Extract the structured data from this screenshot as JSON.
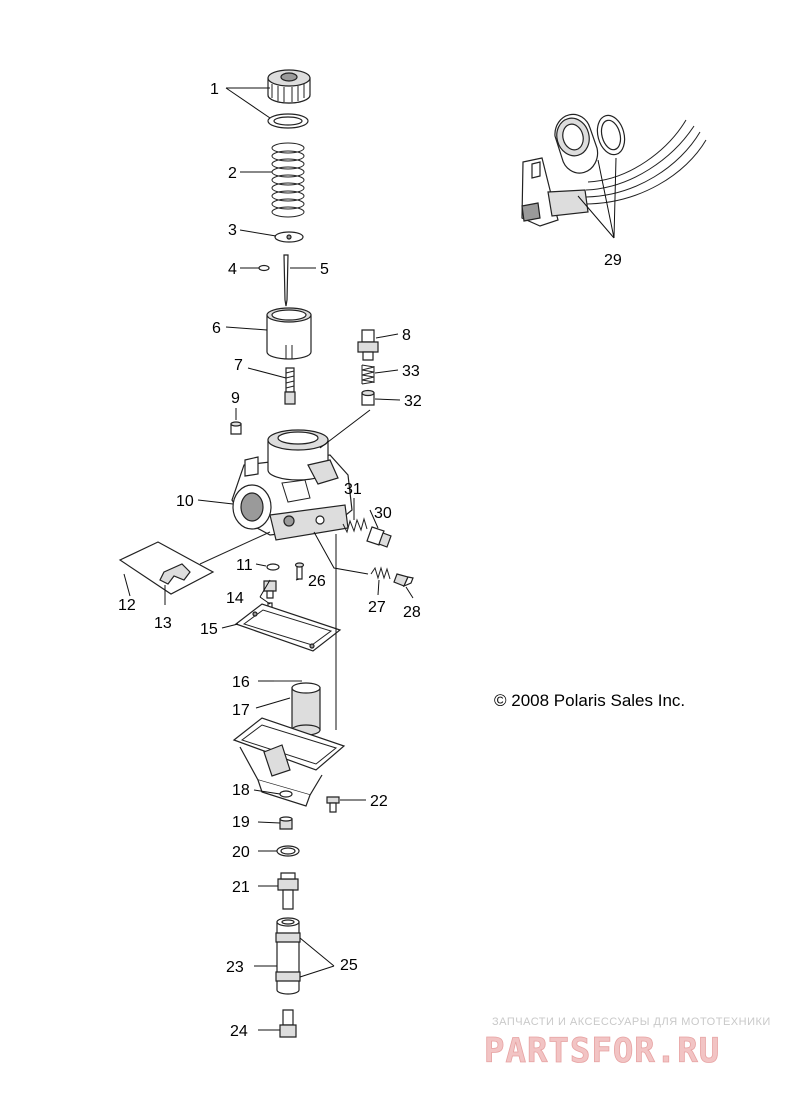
{
  "copyright": "© 2008 Polaris Sales Inc.",
  "watermark": {
    "tagline": "ЗАПЧАСТИ И АКСЕССУАРЫ ДЛЯ МОТОТЕХНИКИ",
    "brand": "PARTSFOR.RU"
  },
  "callouts": {
    "c1": "1",
    "c2": "2",
    "c3": "3",
    "c4": "4",
    "c5": "5",
    "c6": "6",
    "c7": "7",
    "c8": "8",
    "c9": "9",
    "c10": "10",
    "c11": "11",
    "c12": "12",
    "c13": "13",
    "c14": "14",
    "c15": "15",
    "c16": "16",
    "c17": "17",
    "c18": "18",
    "c19": "19",
    "c20": "20",
    "c21": "21",
    "c22": "22",
    "c23": "23",
    "c24": "24",
    "c25": "25",
    "c26": "26",
    "c27": "27",
    "c28": "28",
    "c29": "29",
    "c30": "30",
    "c31": "31",
    "c32": "32",
    "c33": "33"
  },
  "colors": {
    "line": "#222222",
    "watermark_brand": "#f2c4c4",
    "watermark_tagline": "#c9c9c9"
  }
}
